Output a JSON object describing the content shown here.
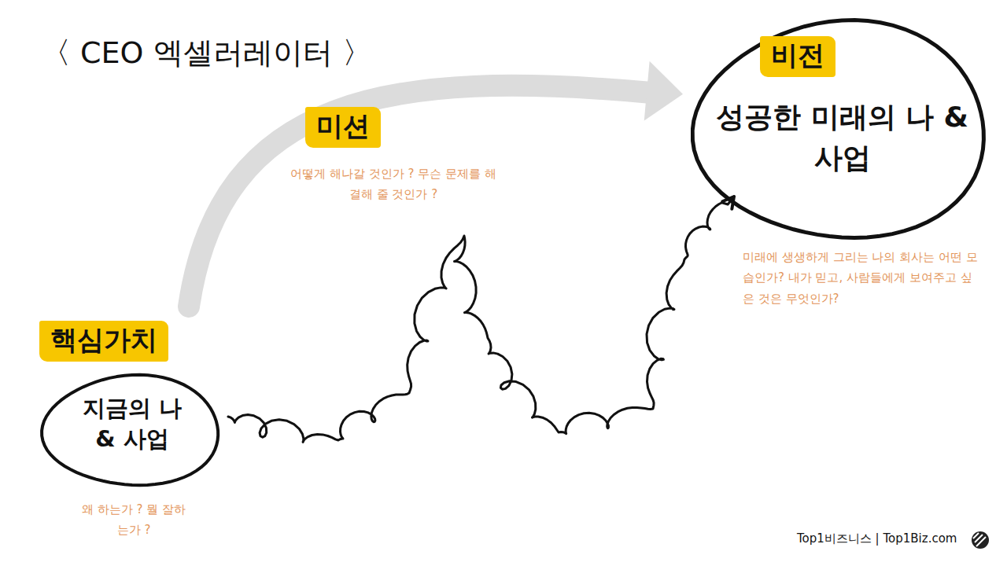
{
  "diagram": {
    "title": "〈 CEO 엑셀러레이터 〉",
    "nodes": [
      {
        "text": [
          "핵심가치",
          "지금의 나 & 사업",
          "왜 하는가 ? 뭘 잘하는가 ?"
        ]
      },
      {
        "text": [
          "비전",
          "성공한 미래의 나 & 사업",
          "미래에 생생하게 그리는 나의 회사는 어떤 모습인가? 내가 믿고, 사람들에게 보여주고 싶은 것은 무엇인가?"
        ]
      }
    ],
    "edges": [
      {
        "from": 0,
        "to": 1,
        "arrow": "to"
      },
      {
        "from": 0,
        "to": 1,
        "arrow": "to"
      }
    ],
    "labels": [
      "미션",
      "어떻게 해나갈 것인가 ? 무슨 문제를 해결해 줄 것인가 ?",
      "Top1비즈니스 | Top1Biz.com"
    ]
  }
}
